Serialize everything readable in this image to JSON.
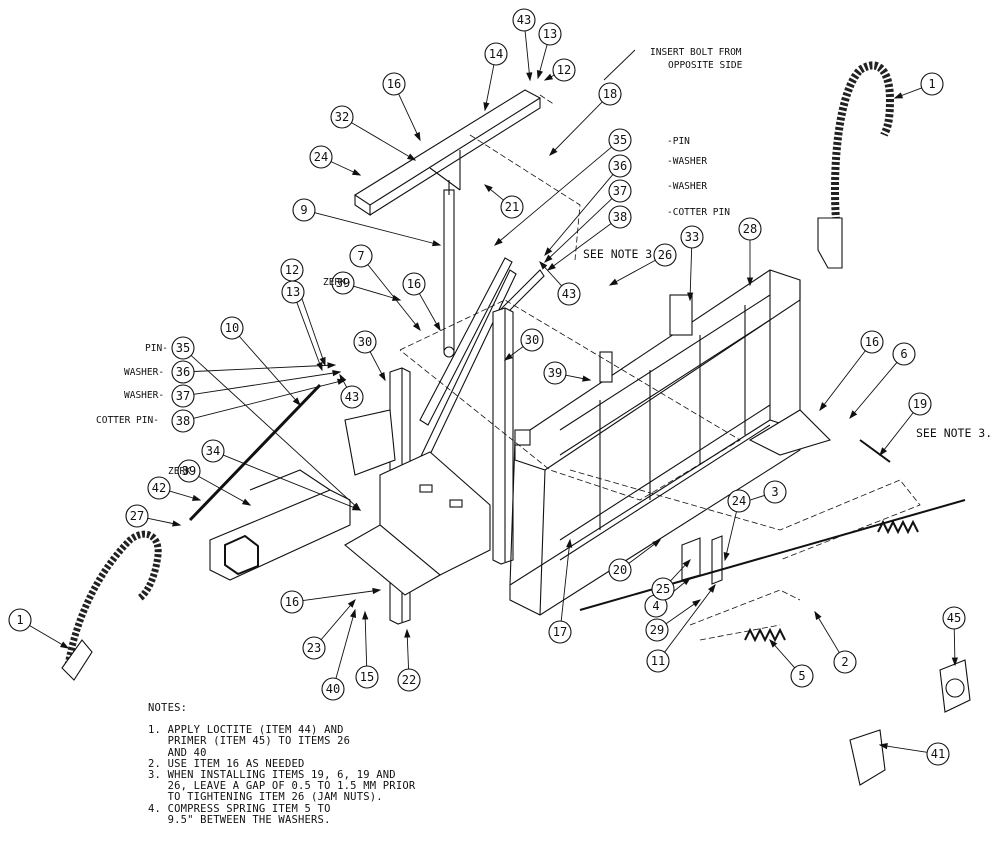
{
  "balloons": [
    "1",
    "1",
    "2",
    "3",
    "4",
    "5",
    "6",
    "7",
    "9",
    "10",
    "11",
    "12",
    "12",
    "13",
    "13",
    "14",
    "15",
    "16",
    "16",
    "16",
    "16",
    "17",
    "18",
    "19",
    "20",
    "21",
    "22",
    "23",
    "24",
    "24",
    "25",
    "26",
    "27",
    "28",
    "29",
    "30",
    "30",
    "32",
    "33",
    "34",
    "35",
    "35",
    "36",
    "36",
    "37",
    "37",
    "38",
    "38",
    "39",
    "39",
    "39",
    "40",
    "41",
    "42",
    "43",
    "43",
    "43",
    "45"
  ],
  "side_labels": {
    "pin_right": "-PIN",
    "washer_right_1": "-WASHER",
    "washer_right_2": "-WASHER",
    "cotter_right": "-COTTER PIN",
    "pin_left": "PIN-",
    "washer_left_1": "WASHER-",
    "washer_left_2": "WASHER-",
    "cotter_left": "COTTER PIN-",
    "zerk_upper": "ZERK-",
    "zerk_lower": "ZERK-"
  },
  "callouts": {
    "insert_bolt_line1": "INSERT BOLT FROM",
    "insert_bolt_line2": "OPPOSITE SIDE",
    "see_note_3_top": "SEE NOTE 3",
    "see_note_3_right": "SEE NOTE 3."
  },
  "notes": {
    "heading": "NOTES:",
    "lines": [
      "1. APPLY LOCTITE (ITEM 44) AND",
      "   PRIMER (ITEM 45) TO ITEMS 26",
      "   AND 40",
      "2. USE ITEM 16 AS NEEDED",
      "3. WHEN INSTALLING ITEMS 19, 6, 19 AND",
      "   26, LEAVE A GAP OF 0.5 TO 1.5 MM PRIOR",
      "   TO TIGHTENING ITEM 26 (JAM NUTS).",
      "4. COMPRESS SPRING ITEM 5 TO",
      "   9.5\" BETWEEN THE WASHERS."
    ]
  }
}
